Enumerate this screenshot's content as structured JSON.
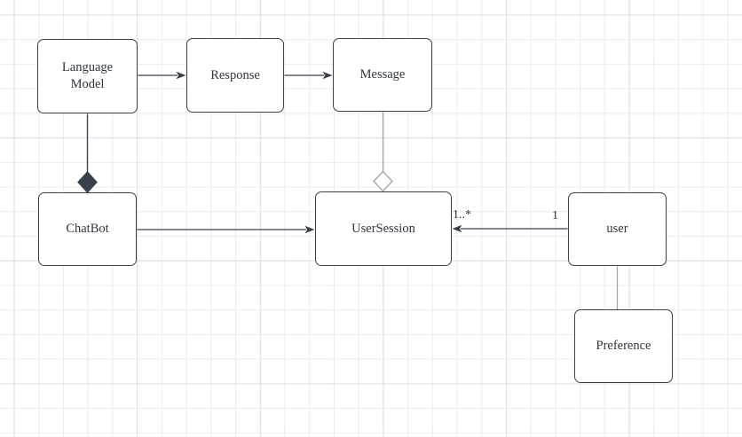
{
  "colors": {
    "canvas_bg": "#ffffff",
    "grid_minor": "#ececee",
    "grid_major": "#dcdfe2",
    "node_fill": "#ffffff",
    "node_border": "#3a414d",
    "edge_dark": "#3a414d",
    "edge_light": "#a0a4ab",
    "text": "#30363e"
  },
  "diagram": {
    "nodes": [
      {
        "id": "language-model",
        "label": "Language\nModel"
      },
      {
        "id": "response",
        "label": "Response"
      },
      {
        "id": "message",
        "label": "Message"
      },
      {
        "id": "chatbot",
        "label": "ChatBot"
      },
      {
        "id": "user-session",
        "label": "UserSession"
      },
      {
        "id": "user",
        "label": "user"
      },
      {
        "id": "preference",
        "label": "Preference"
      }
    ],
    "edges": [
      {
        "id": "language-model-to-response",
        "from": "Language Model",
        "to": "Response",
        "type": "arrow"
      },
      {
        "id": "response-to-message",
        "from": "Response",
        "to": "Message",
        "type": "arrow"
      },
      {
        "id": "language-model-chatbot",
        "from": "Language Model",
        "to": "ChatBot",
        "type": "composition",
        "diamond_at": "ChatBot"
      },
      {
        "id": "message-user-session",
        "from": "Message",
        "to": "UserSession",
        "type": "aggregation",
        "diamond_at": "UserSession"
      },
      {
        "id": "chatbot-to-user-session",
        "from": "ChatBot",
        "to": "UserSession",
        "type": "arrow"
      },
      {
        "id": "user-to-user-session",
        "from": "user",
        "to": "UserSession",
        "type": "arrow",
        "source_multiplicity": "1",
        "target_multiplicity": "1..*"
      },
      {
        "id": "user-to-preference",
        "from": "user",
        "to": "Preference",
        "type": "line"
      }
    ]
  }
}
